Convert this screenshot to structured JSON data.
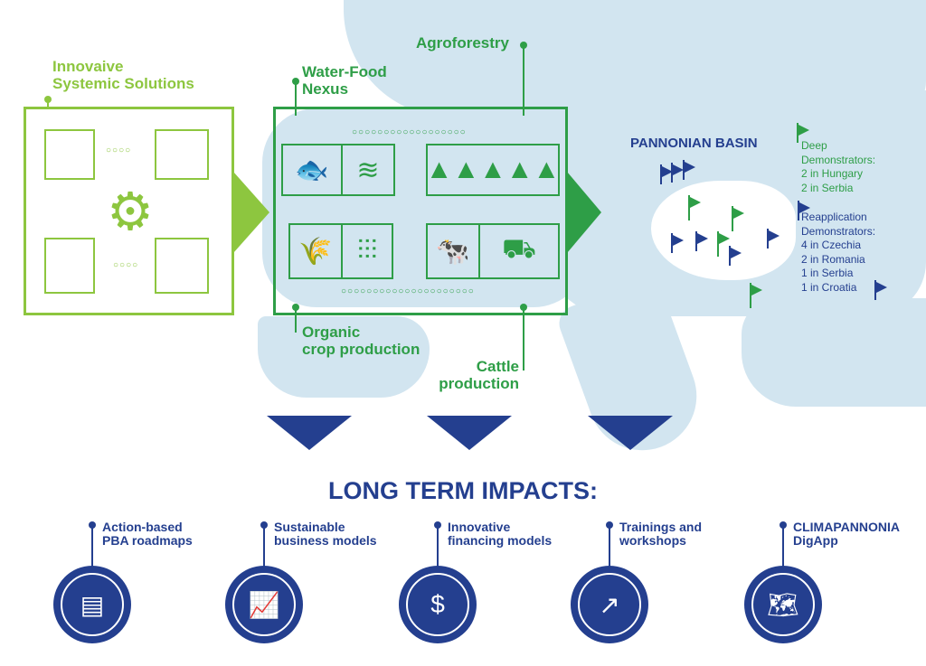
{
  "colors": {
    "lime": "#8dc63f",
    "green": "#2e9e47",
    "navy": "#243f8f",
    "map": "#d2e5f0"
  },
  "solutions": {
    "label_line1": "Innovaive",
    "label_line2": "Systemic Solutions",
    "icons": [
      "puzzle-icon",
      "gear-icon"
    ]
  },
  "nexus": {
    "water_food": {
      "line1": "Water-Food",
      "line2": "Nexus"
    },
    "agroforestry": "Agroforestry",
    "organic": {
      "line1": "Organic",
      "line2": "crop production"
    },
    "cattle": {
      "line1": "Cattle",
      "line2": "production"
    },
    "tiles": [
      "fish-icon",
      "water-waves-icon",
      "forest-icon",
      "wheat-icon",
      "crops-icon",
      "cow-icon",
      "milk-truck-icon"
    ]
  },
  "map": {
    "title": "PANNONIAN BASIN",
    "deep": {
      "title1": "Deep",
      "title2": "Demonstrators:",
      "items": [
        "2 in Hungary",
        "2 in Serbia"
      ]
    },
    "reapp": {
      "title1": "Reapplication",
      "title2": "Demonstrators:",
      "items": [
        "4 in Czechia",
        "2 in Romania",
        "1 in Serbia",
        "1 in Croatia"
      ]
    }
  },
  "impacts": {
    "title": "LONG TERM IMPACTS:",
    "items": [
      {
        "line1": "Action-based",
        "line2": "PBA roadmaps",
        "icon": "browser-window-icon"
      },
      {
        "line1": "Sustainable",
        "line2": "business models",
        "icon": "presentation-icon"
      },
      {
        "line1": "Innovative",
        "line2": "financing models",
        "icon": "lightbulb-dollar-icon"
      },
      {
        "line1": "Trainings and",
        "line2": "workshops",
        "icon": "growth-chart-icon"
      },
      {
        "line1": "CLIMAPANNONIA",
        "line2": "DigApp",
        "icon": "map-icon"
      }
    ]
  }
}
